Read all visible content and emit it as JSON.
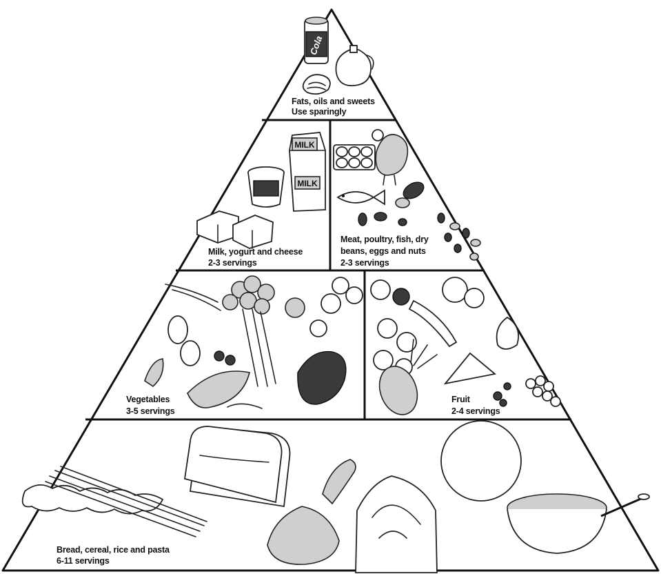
{
  "tiers": {
    "fats": {
      "line1": "Fats, oils and sweets",
      "line2": "Use sparingly"
    },
    "milk": {
      "line1": "Milk, yogurt and cheese",
      "line2": "2-3 servings"
    },
    "meat": {
      "line1": "Meat, poultry, fish, dry",
      "line2": "beans, eggs and nuts",
      "line3": "2-3 servings"
    },
    "vegetables": {
      "line1": "Vegetables",
      "line2": "3-5 servings"
    },
    "fruit": {
      "line1": "Fruit",
      "line2": "2-4 servings"
    },
    "bread": {
      "line1": "Bread, cereal, rice and pasta",
      "line2": "6-11 servings"
    }
  },
  "illustration_text": {
    "cola_can": "Cola",
    "milk_carton_top": "MILK",
    "milk_carton_side": "MILK"
  }
}
